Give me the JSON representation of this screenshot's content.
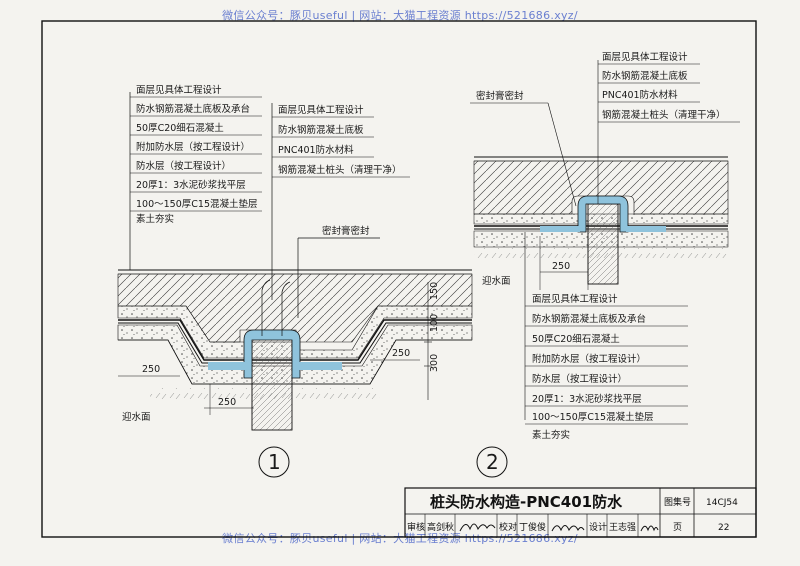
{
  "watermark": {
    "top": "微信公众号：豚贝useful | 网站：大猫工程资源 https://521686.xyz/",
    "bottom": "微信公众号：豚贝useful | 网站：大猫工程资源 https://521686.xyz/"
  },
  "detail1": {
    "layers_left": [
      "面层见具体工程设计",
      "防水钢筋混凝土底板及承台",
      "50厚C20细石混凝土",
      "附加防水层（按工程设计）",
      "防水层（按工程设计）",
      "20厚1：3水泥砂浆找平层",
      "100～150厚C15混凝土垫层",
      "素土夯实"
    ],
    "layers_right": [
      "面层见具体工程设计",
      "防水钢筋混凝土底板",
      "PNC401防水材料",
      "钢筋混凝土桩头（清理干净）"
    ],
    "sealant_label": "密封膏密封",
    "waterside_label": "迎水面",
    "dims": {
      "d250_left": "250",
      "d250_right": "250",
      "d250_bottom": "250",
      "d150": "150",
      "d100": "100",
      "d300": "300"
    },
    "number": "1"
  },
  "detail2": {
    "sealant_label": "密封膏密封",
    "layers_top": [
      "面层见具体工程设计",
      "防水钢筋混凝土底板",
      "PNC401防水材料",
      "钢筋混凝土桩头（清理干净）"
    ],
    "layers_bottom": [
      "面层见具体工程设计",
      "防水钢筋混凝土底板及承台",
      "50厚C20细石混凝土",
      "附加防水层（按工程设计）",
      "防水层（按工程设计）",
      "20厚1：3水泥砂浆找平层",
      "100～150厚C15混凝土垫层",
      "素土夯实"
    ],
    "waterside_label": "迎水面",
    "dims": {
      "d250": "250"
    },
    "number": "2"
  },
  "title_block": {
    "title": "桩头防水构造-PNC401防水",
    "atlas_label": "图集号",
    "atlas_value": "14CJ54",
    "page_label": "页",
    "page_value": "22",
    "review_label": "审核",
    "review_name": "高剑秋",
    "check_label": "校对",
    "check_name": "丁俊俊",
    "design_label": "设计",
    "design_name": "王志强"
  },
  "colors": {
    "paper": "#f4f3ef",
    "line": "#1a1a1a",
    "waterproof": "#8fc3dc",
    "watermark": "#6a7fd0"
  }
}
